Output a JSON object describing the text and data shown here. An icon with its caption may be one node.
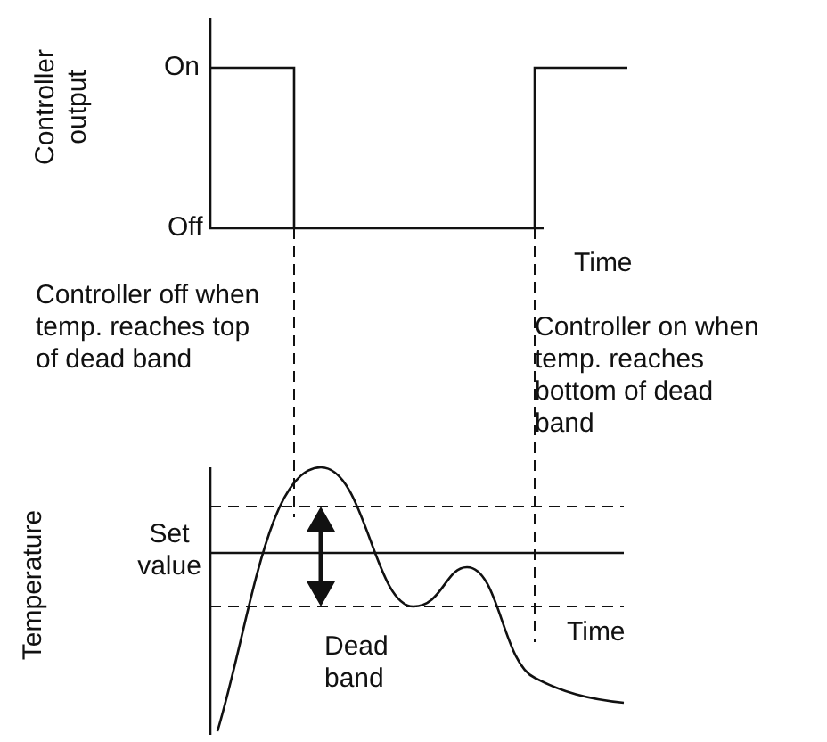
{
  "diagram": {
    "labels": [
      "Controller output",
      "On",
      "Off",
      "Time",
      "Controller off when temp. reaches top of dead band",
      "Controller on when temp. reaches bottom of dead band",
      "Temperature",
      "Set value",
      "Time",
      "Dead band"
    ]
  }
}
